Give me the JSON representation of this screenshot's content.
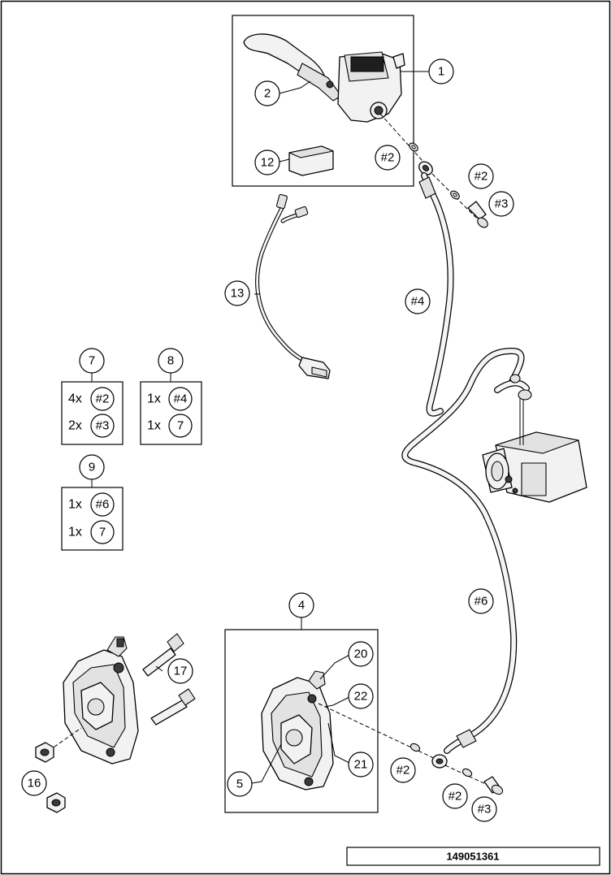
{
  "callouts": {
    "c1": "1",
    "c2": "2",
    "c12": "12",
    "c13": "13",
    "c4": "4",
    "c5": "5",
    "c20": "20",
    "c21": "21",
    "c22": "22",
    "c16": "16",
    "c17": "17",
    "h2a": "#2",
    "h2b": "#2",
    "h3a": "#3",
    "h4": "#4",
    "h6": "#6",
    "h2c": "#2",
    "h2d": "#2",
    "h3b": "#3"
  },
  "kits": {
    "k7": {
      "num": "7",
      "rows": [
        {
          "qty": "4x",
          "ref": "#2"
        },
        {
          "qty": "2x",
          "ref": "#3"
        }
      ]
    },
    "k8": {
      "num": "8",
      "rows": [
        {
          "qty": "1x",
          "ref": "#4"
        },
        {
          "qty": "1x",
          "ref": "7"
        }
      ]
    },
    "k9": {
      "num": "9",
      "rows": [
        {
          "qty": "1x",
          "ref": "#6"
        },
        {
          "qty": "1x",
          "ref": "7"
        }
      ]
    }
  },
  "figure_number": "149051361"
}
